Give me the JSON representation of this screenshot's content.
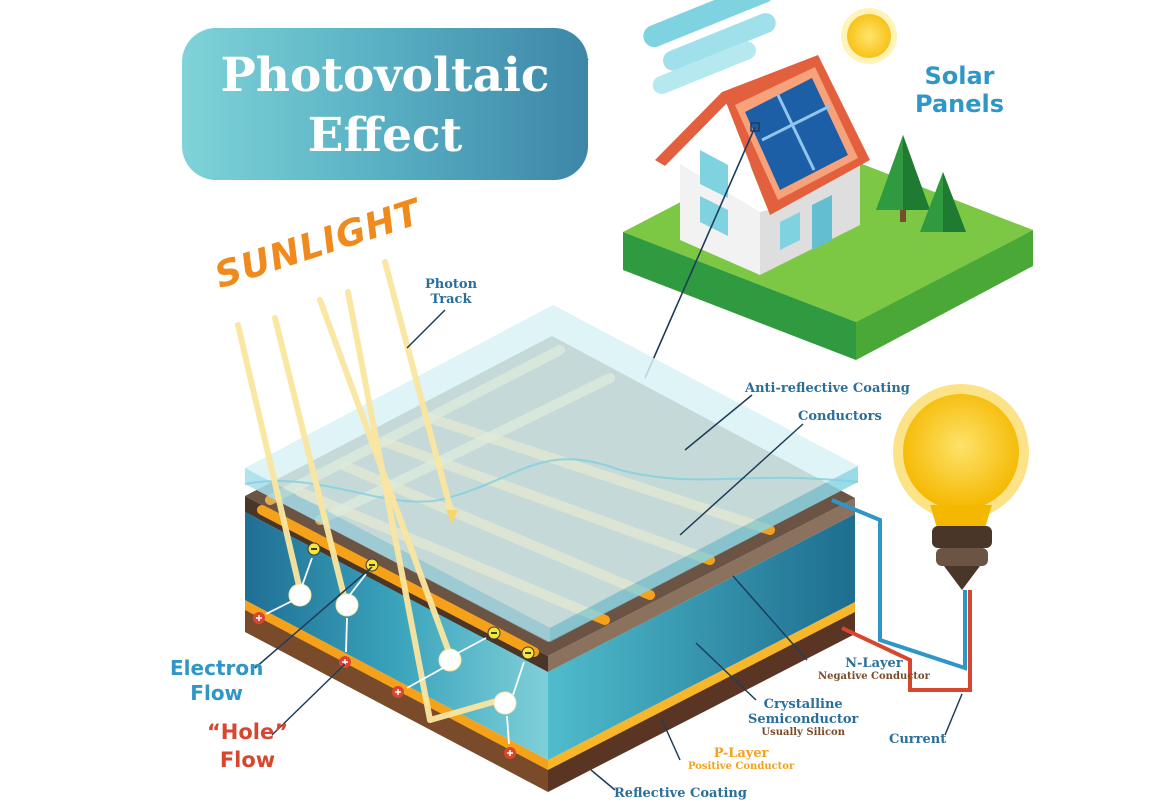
{
  "title": {
    "line1": "Photovoltaic",
    "line2": "Effect"
  },
  "sunlight": "SUNLIGHT",
  "solar_panels": {
    "line1": "Solar",
    "line2": "Panels"
  },
  "labels": {
    "photon_track": {
      "line1": "Photon",
      "line2": "Track"
    },
    "anti_reflective": "Anti-reflective Coating",
    "conductors": "Conductors",
    "n_layer": {
      "title": "N-Layer",
      "sub": "Negative Conductor"
    },
    "crystalline": {
      "line1": "Crystalline",
      "line2": "Semiconductor",
      "sub": "Usually Silicon"
    },
    "p_layer": {
      "title": "P-Layer",
      "sub": "Positive Conductor"
    },
    "reflective": "Reflective Coating",
    "current": "Current",
    "electron_flow": {
      "line1": "Electron",
      "line2": "Flow"
    },
    "hole_flow": {
      "line1": "“Hole”",
      "line2": "Flow"
    }
  },
  "colors": {
    "title_gradient_start": "#7fd3d8",
    "title_gradient_end": "#3d86a8",
    "sunlight": "#f08a1c",
    "label_blue": "#2a6f9a",
    "electron_blue": "#2f97c8",
    "hole_red": "#d9462e",
    "n_layer": "#6b5444",
    "semiconductor": "#3aa3bc",
    "p_layer": "#f5a11a",
    "grass": "#56b947",
    "bulb": "#f8c91a"
  }
}
